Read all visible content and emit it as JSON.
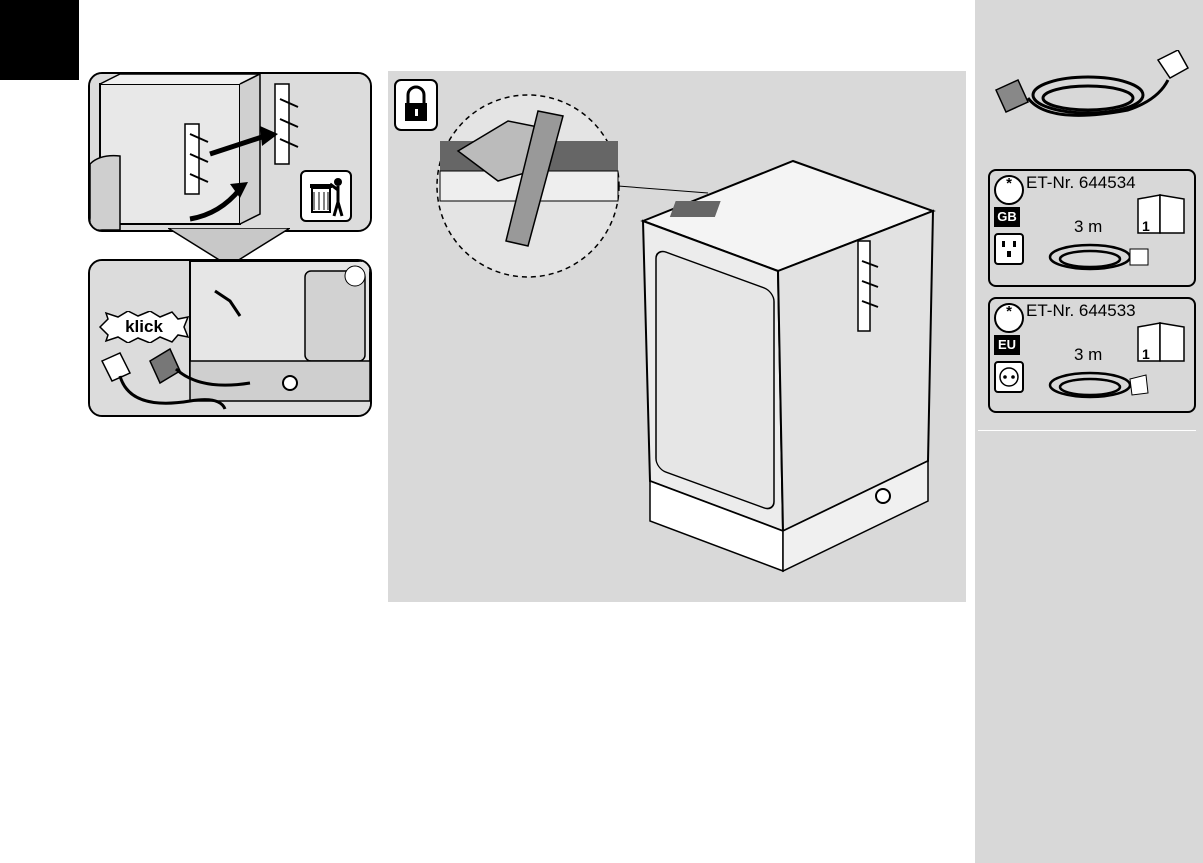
{
  "figure_left": {
    "klick_label": "klick"
  },
  "accessories": [
    {
      "marker": "*",
      "part_number": "ET-Nr. 644534",
      "region": "GB",
      "length": "3 m"
    },
    {
      "marker": "*",
      "part_number": "ET-Nr. 644533",
      "region": "EU",
      "length": "3 m"
    }
  ],
  "icons": {
    "lock": "lock-icon",
    "trash": "trash-disposal-icon",
    "manual": "manual-booklet-icon"
  }
}
